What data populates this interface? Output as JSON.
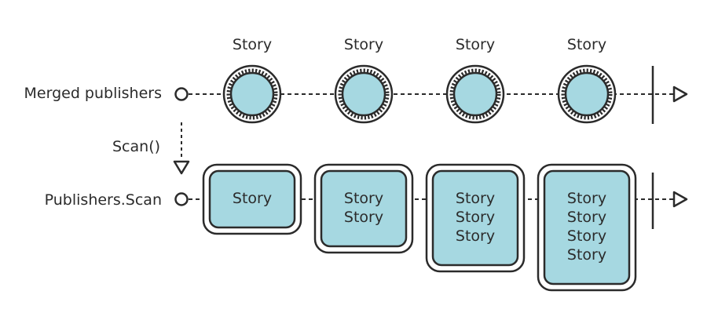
{
  "colors": {
    "stroke": "#2b2b2b",
    "fill": "#a6d8e1",
    "background": "#ffffff",
    "text": "#2b2b2b"
  },
  "rows": {
    "merged": {
      "label": "Merged publishers"
    },
    "scan": {
      "label": "Publishers.Scan"
    }
  },
  "operator": {
    "label": "Scan()"
  },
  "merged_events": [
    {
      "label": "Story"
    },
    {
      "label": "Story"
    },
    {
      "label": "Story"
    },
    {
      "label": "Story"
    }
  ],
  "scan_events": [
    {
      "lines": [
        "Story"
      ]
    },
    {
      "lines": [
        "Story",
        "Story"
      ]
    },
    {
      "lines": [
        "Story",
        "Story",
        "Story"
      ]
    },
    {
      "lines": [
        "Story",
        "Story",
        "Story",
        "Story"
      ]
    }
  ]
}
